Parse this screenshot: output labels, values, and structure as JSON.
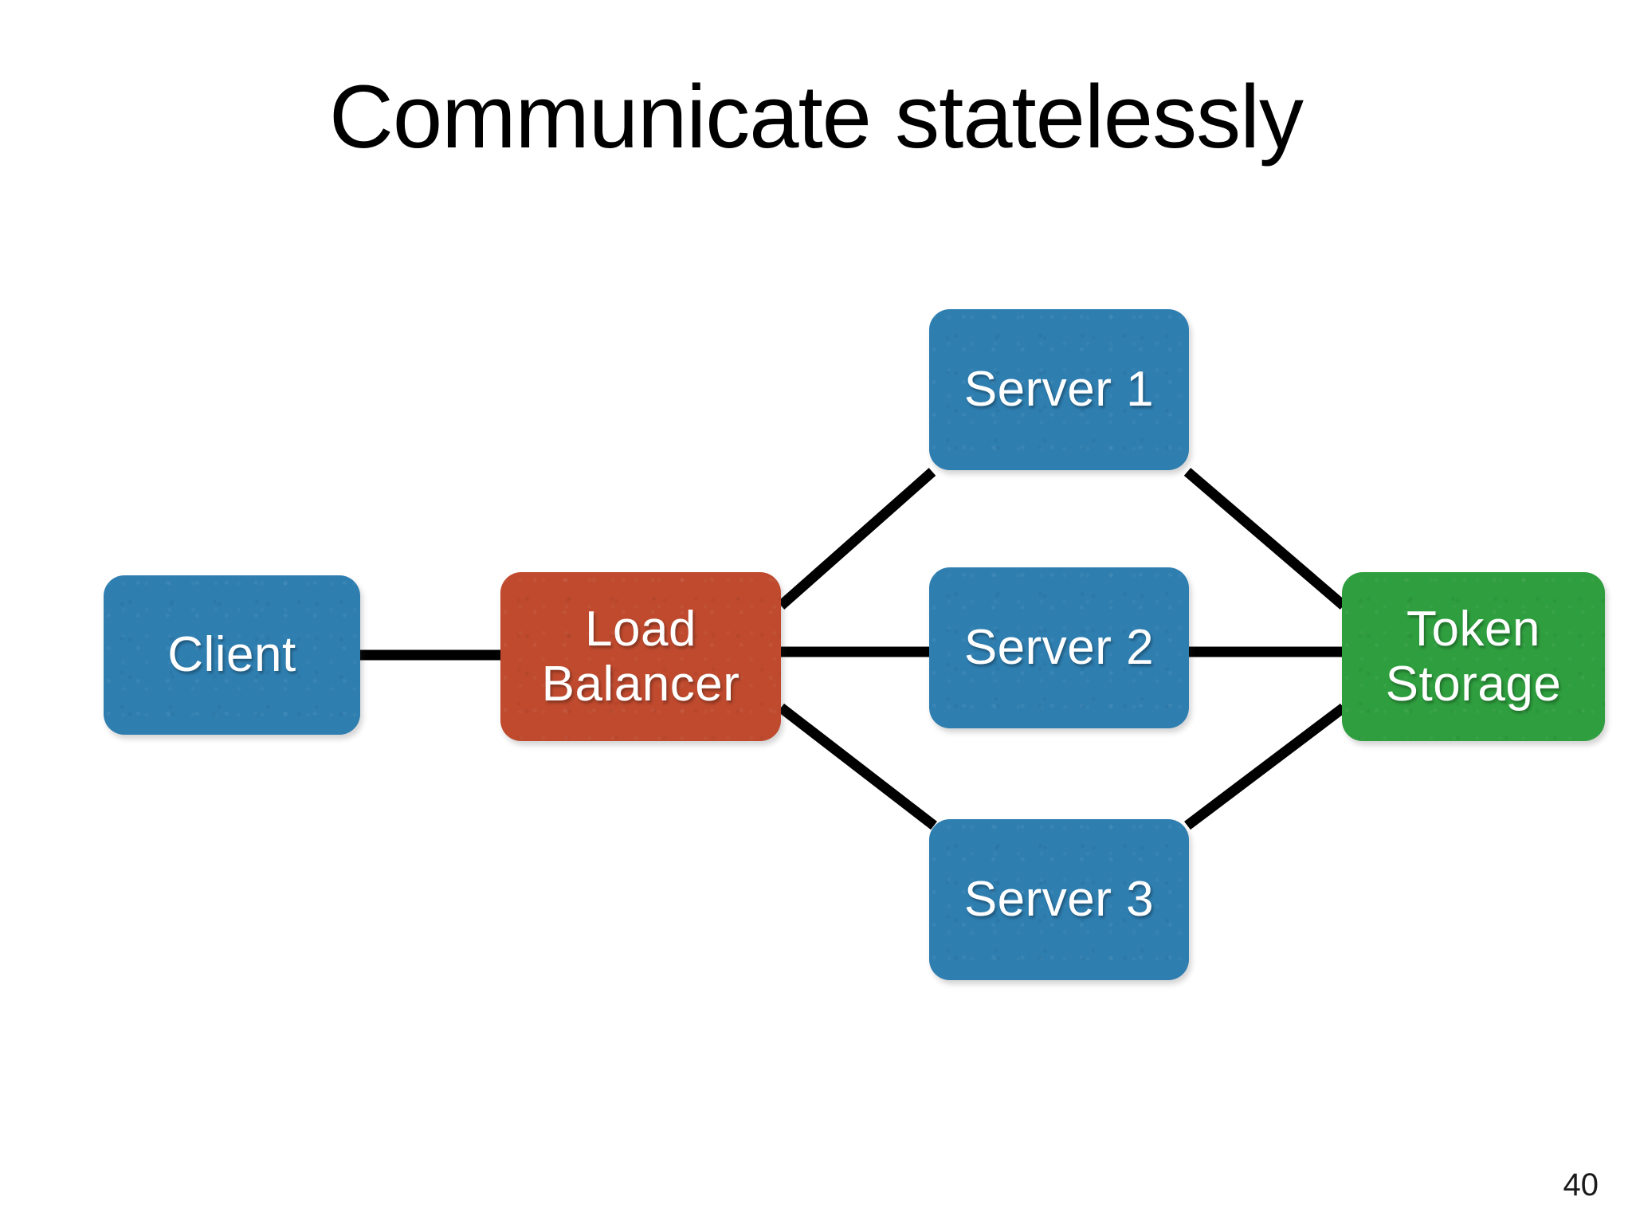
{
  "slide": {
    "title": "Communicate statelessly",
    "page_number": "40",
    "background_color": "#ffffff"
  },
  "palette": {
    "blue": "#2E7EB0",
    "red": "#BF4A2E",
    "green": "#2E9E3E",
    "edge": "#000000",
    "node_text": "#ffffff",
    "title_text": "#000000"
  },
  "diagram": {
    "type": "node-link",
    "nodes": [
      {
        "id": "client",
        "label": "Client",
        "color": "#2E7EB0"
      },
      {
        "id": "load-balancer",
        "label": "Load\nBalancer",
        "color": "#BF4A2E"
      },
      {
        "id": "server-1",
        "label": "Server  1",
        "color": "#2E7EB0"
      },
      {
        "id": "server-2",
        "label": "Server 2",
        "color": "#2E7EB0"
      },
      {
        "id": "server-3",
        "label": "Server 3",
        "color": "#2E7EB0"
      },
      {
        "id": "token-storage",
        "label": "Token\nStorage",
        "color": "#2E9E3E"
      }
    ],
    "edges": [
      {
        "from": "client",
        "to": "load-balancer"
      },
      {
        "from": "load-balancer",
        "to": "server-1"
      },
      {
        "from": "load-balancer",
        "to": "server-2"
      },
      {
        "from": "load-balancer",
        "to": "server-3"
      },
      {
        "from": "server-1",
        "to": "token-storage"
      },
      {
        "from": "server-2",
        "to": "token-storage"
      },
      {
        "from": "server-3",
        "to": "token-storage"
      }
    ]
  }
}
